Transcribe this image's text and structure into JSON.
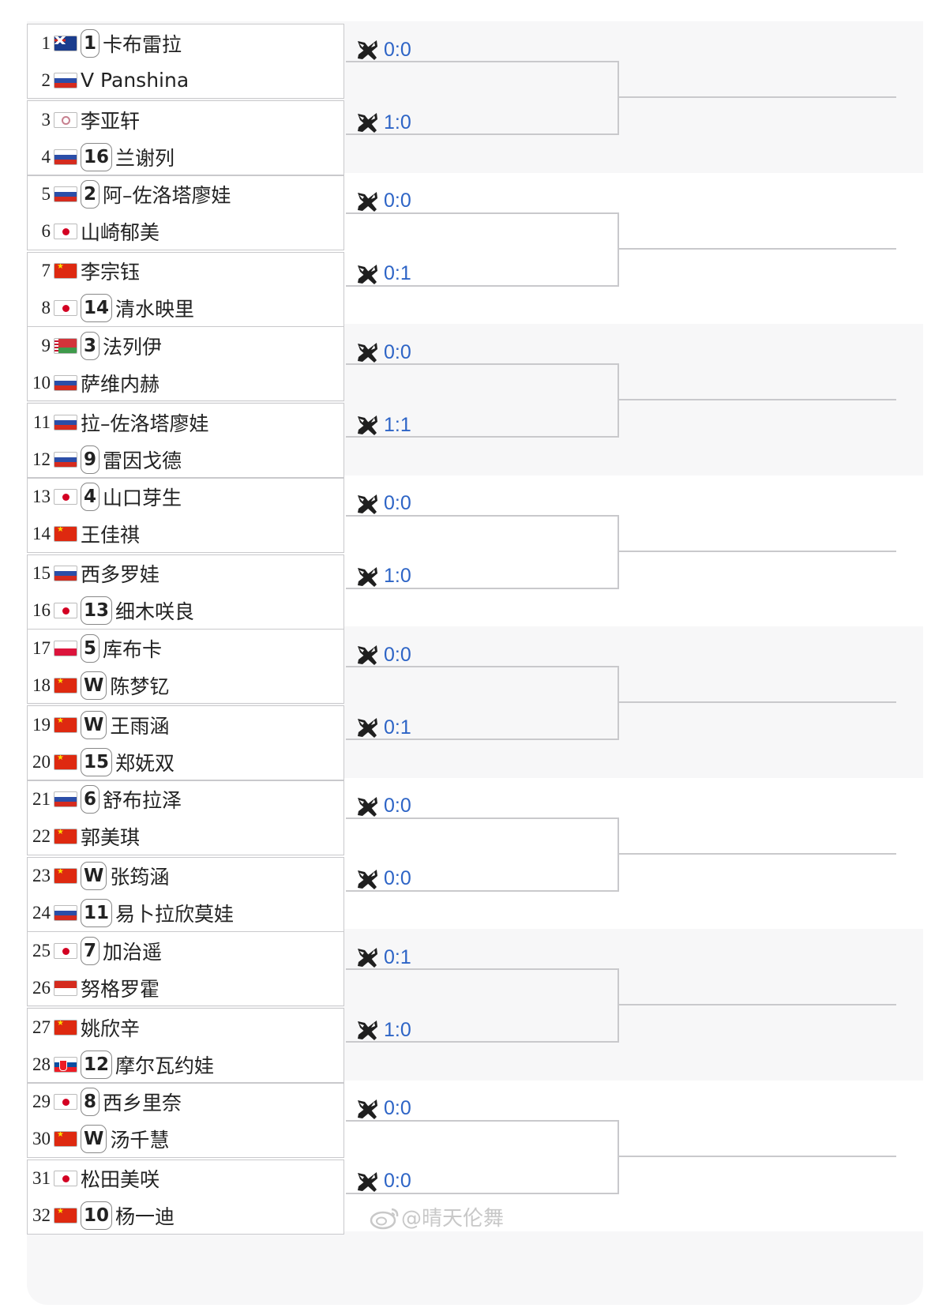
{
  "colors": {
    "score": "#2d64c6",
    "border": "#c9c9cc",
    "band_alt": "#f7f7f8"
  },
  "icons": {
    "match_icon": "crossed-rackets-icon",
    "watermark_icon": "weibo-icon"
  },
  "watermark": "@晴天伦舞",
  "groups": [
    {
      "matches": [
        {
          "score": "0:0",
          "players": [
            {
              "num": "1",
              "flag": "au",
              "seed": "1",
              "name": "卡布雷拉"
            },
            {
              "num": "2",
              "flag": "ru",
              "seed": "",
              "name": "V Panshina"
            }
          ]
        },
        {
          "score": "1:0",
          "players": [
            {
              "num": "3",
              "flag": "tw",
              "seed": "",
              "name": "李亚轩"
            },
            {
              "num": "4",
              "flag": "ru",
              "seed": "16",
              "name": "兰谢列"
            }
          ]
        }
      ]
    },
    {
      "matches": [
        {
          "score": "0:0",
          "players": [
            {
              "num": "5",
              "flag": "ru",
              "seed": "2",
              "name": "阿–佐洛塔廖娃"
            },
            {
              "num": "6",
              "flag": "jp",
              "seed": "",
              "name": "山崎郁美"
            }
          ]
        },
        {
          "score": "0:1",
          "players": [
            {
              "num": "7",
              "flag": "cn",
              "seed": "",
              "name": "李宗钰"
            },
            {
              "num": "8",
              "flag": "jp",
              "seed": "14",
              "name": "清水映里"
            }
          ]
        }
      ]
    },
    {
      "matches": [
        {
          "score": "0:0",
          "players": [
            {
              "num": "9",
              "flag": "by",
              "seed": "3",
              "name": "法列伊"
            },
            {
              "num": "10",
              "flag": "ru",
              "seed": "",
              "name": "萨维内赫"
            }
          ]
        },
        {
          "score": "1:1",
          "players": [
            {
              "num": "11",
              "flag": "ru",
              "seed": "",
              "name": "拉–佐洛塔廖娃"
            },
            {
              "num": "12",
              "flag": "ru",
              "seed": "9",
              "name": "雷因戈德"
            }
          ]
        }
      ]
    },
    {
      "matches": [
        {
          "score": "0:0",
          "players": [
            {
              "num": "13",
              "flag": "jp",
              "seed": "4",
              "name": "山口芽生"
            },
            {
              "num": "14",
              "flag": "cn",
              "seed": "",
              "name": "王佳祺"
            }
          ]
        },
        {
          "score": "1:0",
          "players": [
            {
              "num": "15",
              "flag": "ru",
              "seed": "",
              "name": "西多罗娃"
            },
            {
              "num": "16",
              "flag": "jp",
              "seed": "13",
              "name": "细木咲良"
            }
          ]
        }
      ]
    },
    {
      "matches": [
        {
          "score": "0:0",
          "players": [
            {
              "num": "17",
              "flag": "pl",
              "seed": "5",
              "name": "库布卡"
            },
            {
              "num": "18",
              "flag": "cn",
              "seed": "W",
              "name": "陈梦钇"
            }
          ]
        },
        {
          "score": "0:1",
          "players": [
            {
              "num": "19",
              "flag": "cn",
              "seed": "W",
              "name": "王雨涵"
            },
            {
              "num": "20",
              "flag": "cn",
              "seed": "15",
              "name": "郑妩双"
            }
          ]
        }
      ]
    },
    {
      "matches": [
        {
          "score": "0:0",
          "players": [
            {
              "num": "21",
              "flag": "ru",
              "seed": "6",
              "name": "舒布拉泽"
            },
            {
              "num": "22",
              "flag": "cn",
              "seed": "",
              "name": "郭美琪"
            }
          ]
        },
        {
          "score": "0:0",
          "players": [
            {
              "num": "23",
              "flag": "cn",
              "seed": "W",
              "name": "张筠涵"
            },
            {
              "num": "24",
              "flag": "ru",
              "seed": "11",
              "name": "易卜拉欣莫娃"
            }
          ]
        }
      ]
    },
    {
      "matches": [
        {
          "score": "0:1",
          "players": [
            {
              "num": "25",
              "flag": "jp",
              "seed": "7",
              "name": "加治遥"
            },
            {
              "num": "26",
              "flag": "id",
              "seed": "",
              "name": "努格罗霍"
            }
          ]
        },
        {
          "score": "1:0",
          "players": [
            {
              "num": "27",
              "flag": "cn",
              "seed": "",
              "name": "姚欣辛"
            },
            {
              "num": "28",
              "flag": "sk",
              "seed": "12",
              "name": "摩尔瓦约娃"
            }
          ]
        }
      ]
    },
    {
      "matches": [
        {
          "score": "0:0",
          "players": [
            {
              "num": "29",
              "flag": "jp",
              "seed": "8",
              "name": "西乡里奈"
            },
            {
              "num": "30",
              "flag": "cn",
              "seed": "W",
              "name": "汤千慧"
            }
          ]
        },
        {
          "score": "0:0",
          "players": [
            {
              "num": "31",
              "flag": "jp",
              "seed": "",
              "name": "松田美咲"
            },
            {
              "num": "32",
              "flag": "cn",
              "seed": "10",
              "name": "杨一迪"
            }
          ]
        }
      ]
    }
  ]
}
